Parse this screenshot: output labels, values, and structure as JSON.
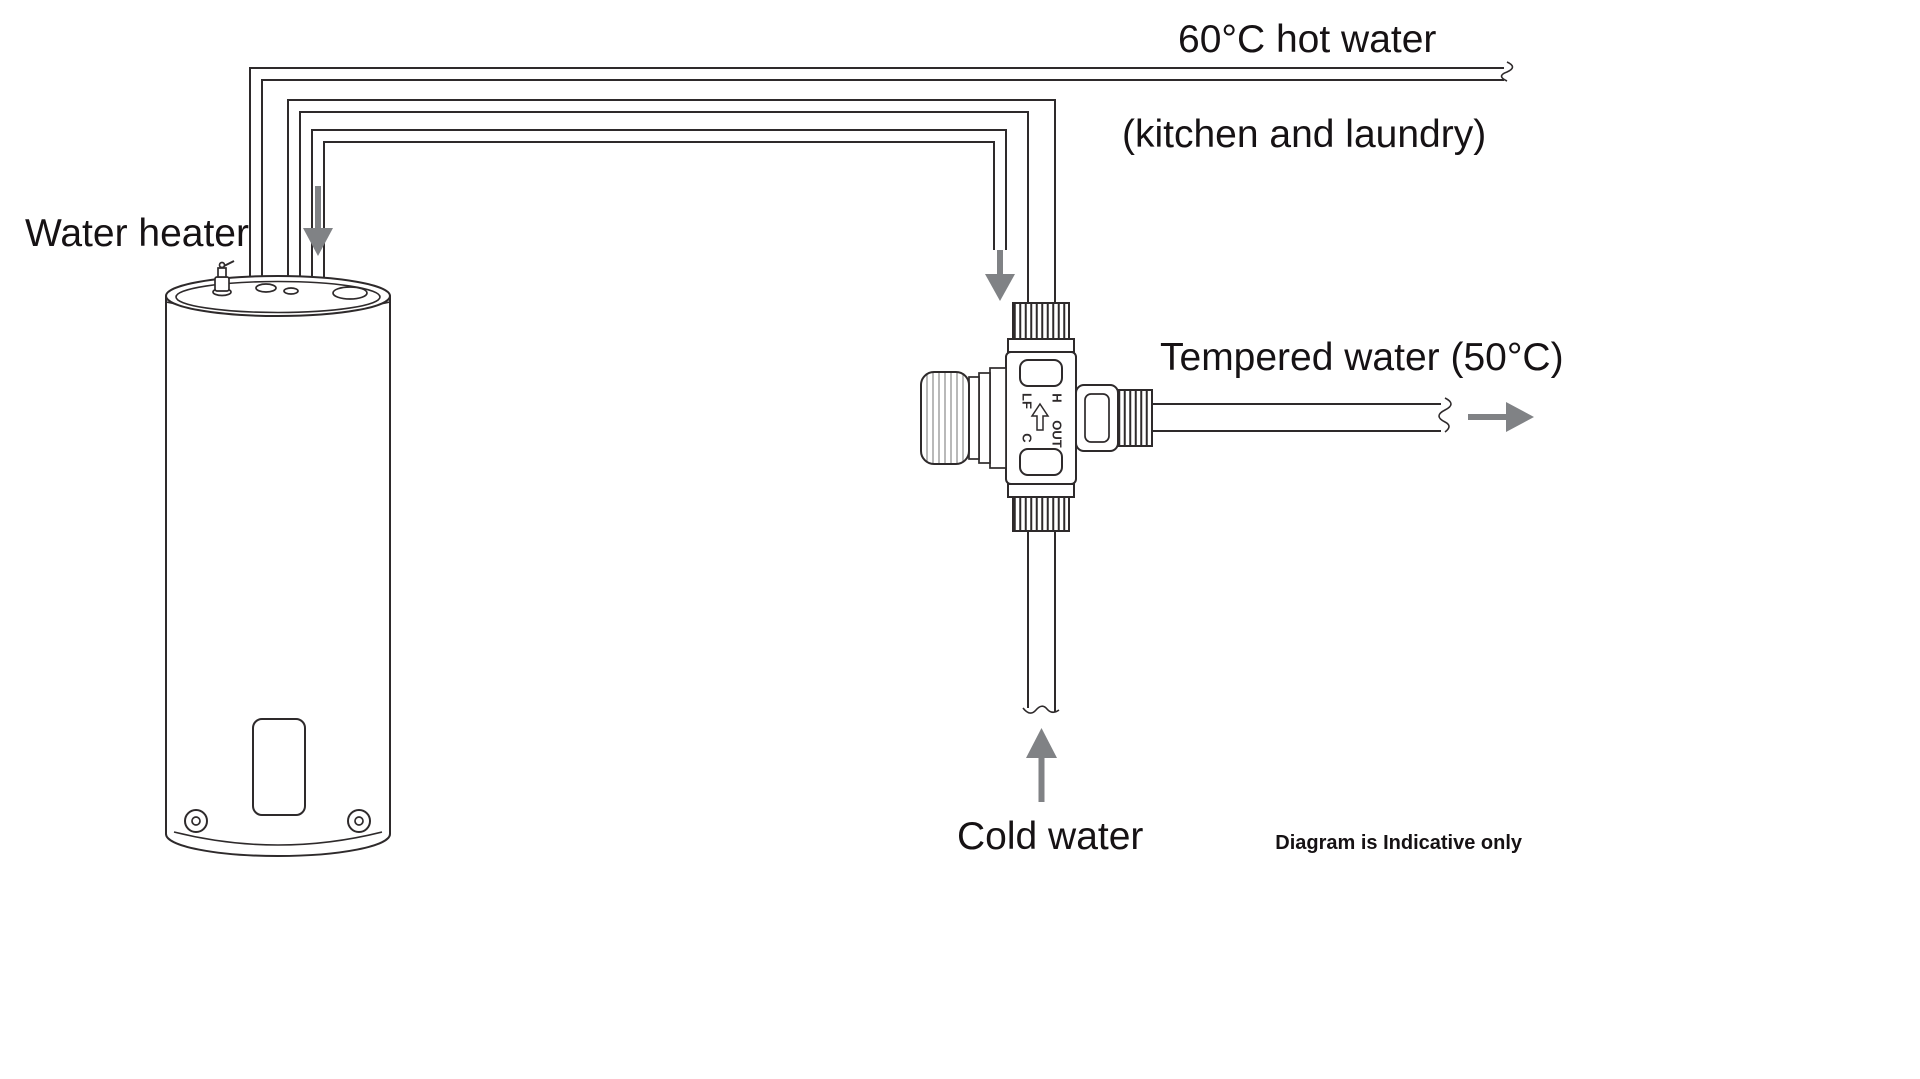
{
  "labels": {
    "water_heater": "Water heater",
    "hot_water": "60°C hot water",
    "hot_water_destination": "(kitchen and laundry)",
    "tempered_water": "Tempered water (50°C)",
    "cold_water": "Cold water",
    "footnote": "Diagram is Indicative only"
  },
  "valve_markings": {
    "lf": "LF",
    "h": "H",
    "c": "C",
    "out": "OUT"
  },
  "colors": {
    "background": "#ffffff",
    "line": "#2e2a2b",
    "arrow": "#808285",
    "text": "#161214"
  }
}
